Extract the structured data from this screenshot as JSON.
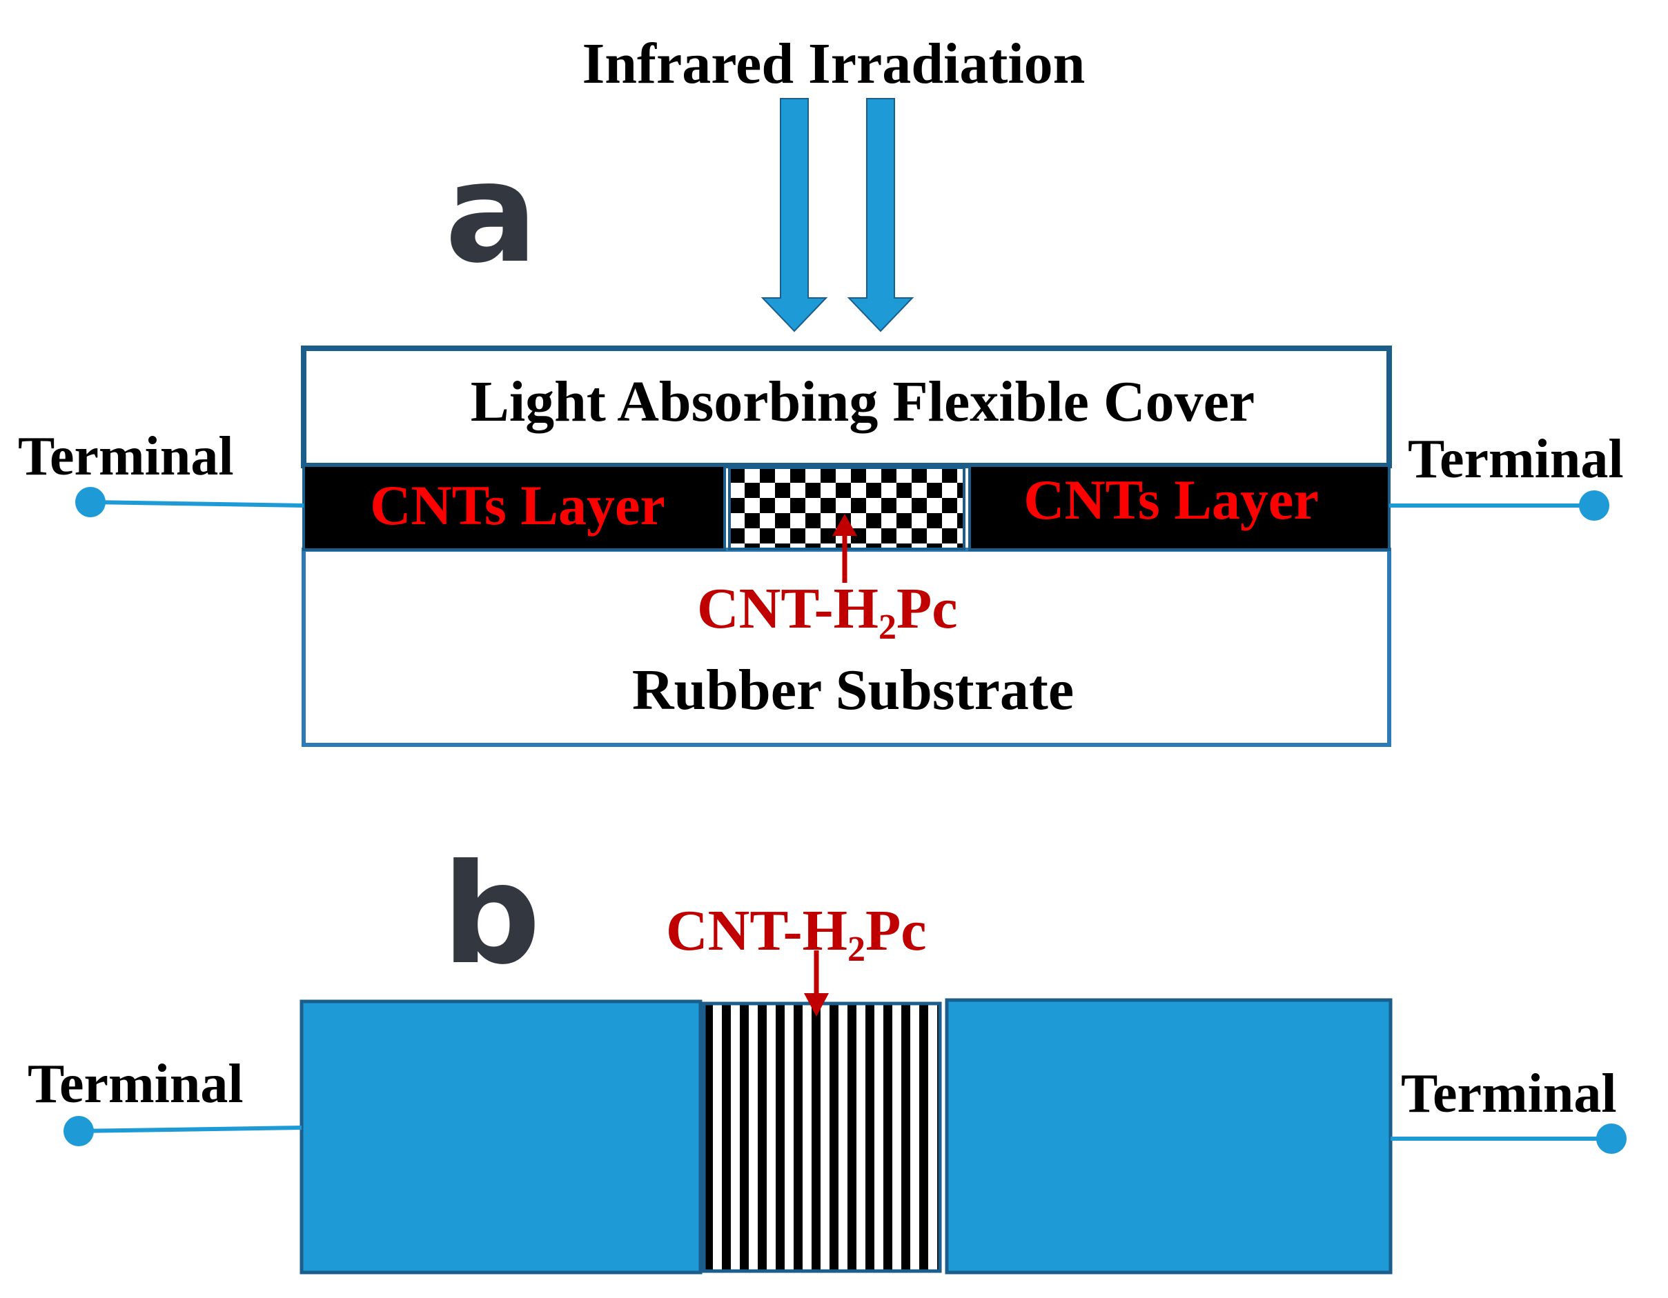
{
  "colors": {
    "blue": "#1E9AD6",
    "dark_blue_outline": "#1B5E8C",
    "red": "#C00000",
    "bright_red": "#FF0000",
    "black": "#000000",
    "panel_letter": "#333840",
    "white": "#FFFFFF"
  },
  "icons": {
    "irradiation": "down-arrow-icon",
    "terminal": "terminal-dot-icon",
    "pointer": "up-arrow-icon"
  },
  "panel_a": {
    "letter": "a",
    "irradiation_label": "Infrared Irradiation",
    "cover_label": "Light Absorbing Flexible Cover",
    "left_layer_label": "CNTs Layer",
    "right_layer_label": "CNTs Layer",
    "sensor_label_main": "CNT-H",
    "sensor_label_sub": "2",
    "sensor_label_tail": "Pc",
    "substrate_label": "Rubber Substrate",
    "left_terminal_label": "Terminal",
    "right_terminal_label": "Terminal"
  },
  "panel_b": {
    "letter": "b",
    "sensor_label_main": "CNT-H",
    "sensor_label_sub": "2",
    "sensor_label_tail": "Pc",
    "left_terminal_label": "Terminal",
    "right_terminal_label": "Terminal"
  }
}
